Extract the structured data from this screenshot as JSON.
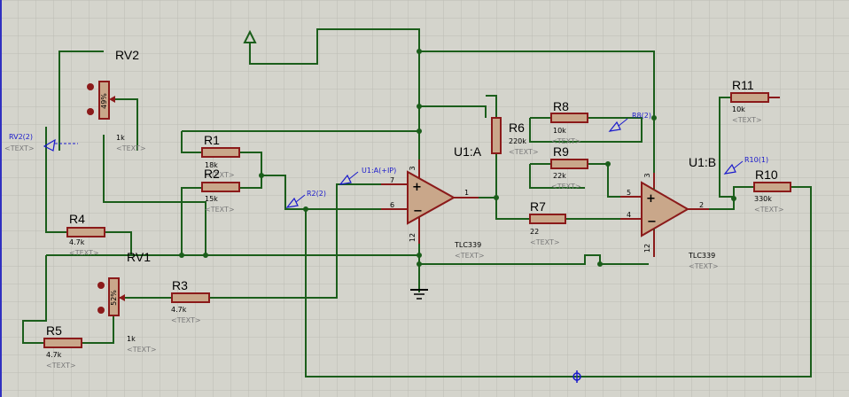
{
  "colors": {
    "background": "#d4d4cc",
    "grid": "#bcbcb4",
    "wire": "#1b5e1b",
    "component": "#8b1a1a",
    "resistor_fill": "#c9a78a",
    "opamp_fill": "#c9a78a",
    "probe": "#1a1acc",
    "placeholder_text": "#7a7a7a"
  },
  "placeholder": "<TEXT>",
  "components": {
    "RV2": {
      "name": "RV2",
      "value": "1k",
      "wiper": "49%"
    },
    "RV1": {
      "name": "RV1",
      "value": "1k",
      "wiper": "52%"
    },
    "R1": {
      "name": "R1",
      "value": "18k"
    },
    "R2": {
      "name": "R2",
      "value": "15k"
    },
    "R3": {
      "name": "R3",
      "value": "4.7k"
    },
    "R4": {
      "name": "R4",
      "value": "4.7k"
    },
    "R5": {
      "name": "R5",
      "value": "4.7k"
    },
    "R6": {
      "name": "R6",
      "value": "220k"
    },
    "R7": {
      "name": "R7",
      "value": "22"
    },
    "R8": {
      "name": "R8",
      "value": "10k"
    },
    "R9": {
      "name": "R9",
      "value": "22k"
    },
    "R10": {
      "name": "R10",
      "value": "330k"
    },
    "R11": {
      "name": "R11",
      "value": "10k"
    },
    "U1A": {
      "name": "U1:A",
      "part": "TLC339",
      "pin_plus": "7",
      "pin_minus": "6",
      "pin_out": "1",
      "pin_vcc": "3",
      "pin_gnd": "12"
    },
    "U1B": {
      "name": "U1:B",
      "part": "TLC339",
      "pin_plus": "5",
      "pin_minus": "4",
      "pin_out": "2",
      "pin_vcc": "3",
      "pin_gnd": "12"
    }
  },
  "probes": {
    "rv2": "RV2(2)",
    "u1a": "U1:A(+IP)",
    "r2": "R2(2)",
    "r8": "R8(2)",
    "r10": "R10(1)"
  }
}
